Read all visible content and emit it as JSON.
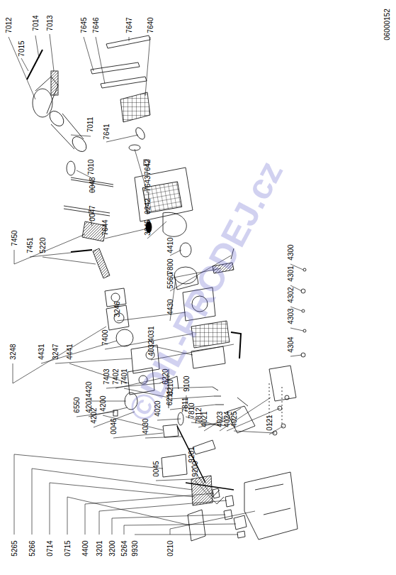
{
  "diagram": {
    "labels": [
      "7012",
      "7015",
      "7014",
      "7013",
      "7645",
      "7646",
      "7647",
      "7640",
      "06000152",
      "7011",
      "7641",
      "7010",
      "0048",
      "7642",
      "7643",
      "0047",
      "0242",
      "3245",
      "7644",
      "4410",
      "7800",
      "5560",
      "7450",
      "7451",
      "5220",
      "4430",
      "3246",
      "4300",
      "4301",
      "4302",
      "4303",
      "4304",
      "3248",
      "4431",
      "3247",
      "4441",
      "7400",
      "4031",
      "4032",
      "6550",
      "4420",
      "4201",
      "4202",
      "4200",
      "7403",
      "7402",
      "7401",
      "6220",
      "6210",
      "6211",
      "9100",
      "7811",
      "7810",
      "7812",
      "4021",
      "4023",
      "4024",
      "4025",
      "0121",
      "0046",
      "4030",
      "4020",
      "0045",
      "9201",
      "9200",
      "5265",
      "5266",
      "0714",
      "0715",
      "4400",
      "3201",
      "3200",
      "5264",
      "9930",
      "0210",
      "©DIL-PRODEJ.cz"
    ]
  }
}
